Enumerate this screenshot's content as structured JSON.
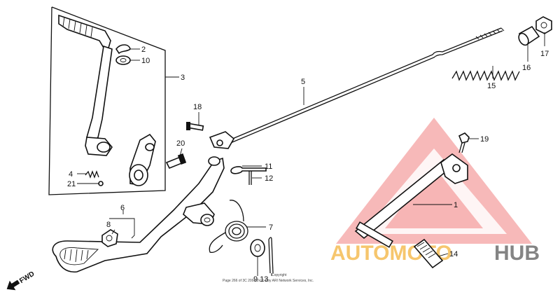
{
  "callouts": [
    "1",
    "2",
    "3",
    "4",
    "5",
    "6",
    "7",
    "8",
    "9",
    "10",
    "11",
    "12",
    "13",
    "14",
    "15",
    "16",
    "17",
    "18",
    "19",
    "20",
    "21"
  ],
  "callout_9_13": "9 13",
  "fwd_label": "FWD",
  "watermark": {
    "part_a": "AUTOMOTO",
    "part_b": "HUB",
    "color_a": "#f3b33d",
    "color_b": "#6f6f6f",
    "triangle_color": "#f08080"
  },
  "copyright_line1": "Copyright",
  "copyright_line2": "Page 266 of 3C 2004 5V J 4 by ARI Network Services, Inc."
}
